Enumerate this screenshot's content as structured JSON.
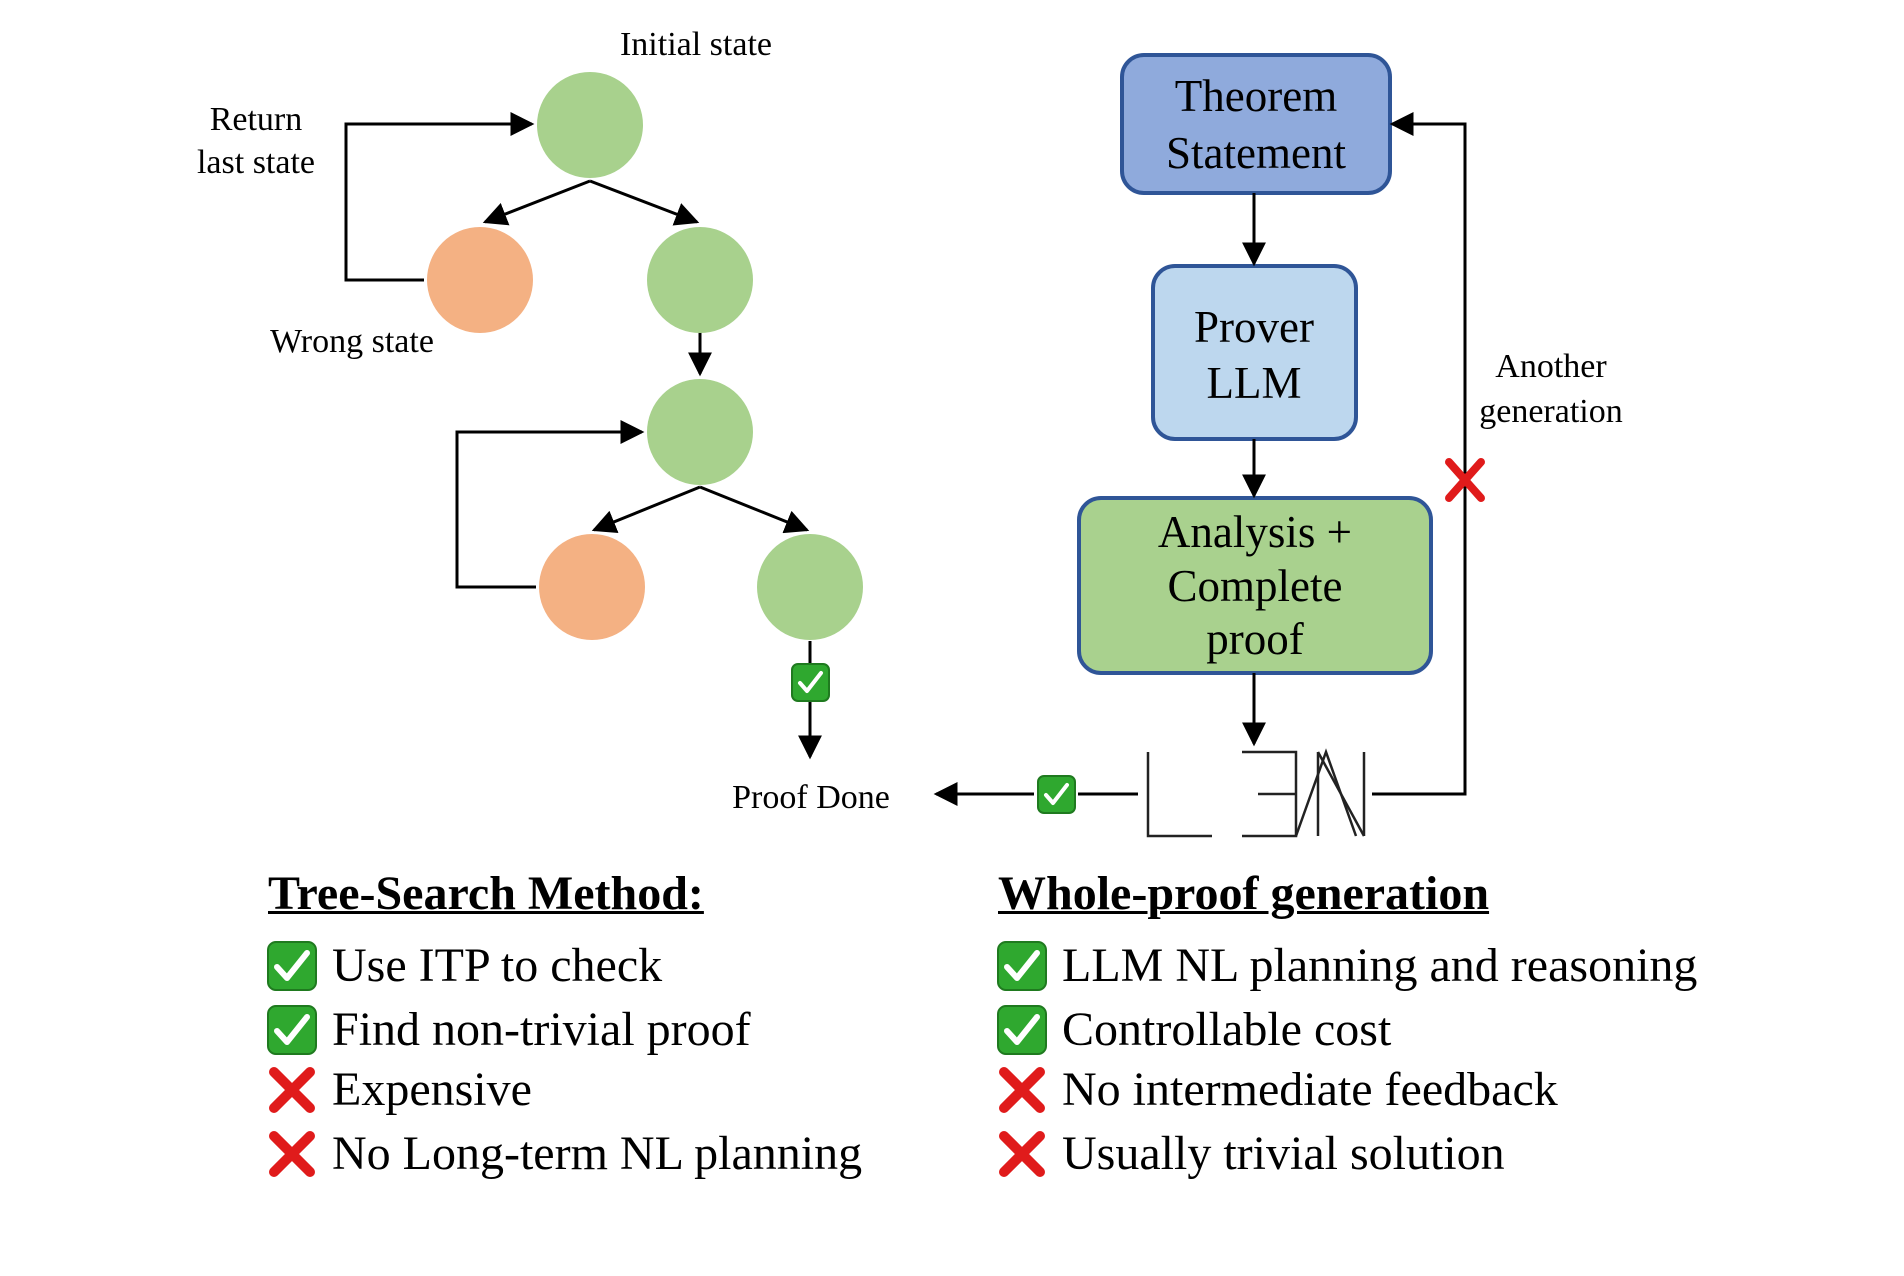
{
  "tree_search": {
    "initial_state": "Initial state",
    "return_last_state": [
      "Return",
      "last state"
    ],
    "wrong_state": "Wrong state",
    "proof_done": "Proof Done"
  },
  "whole_proof": {
    "theorem": [
      "Theorem",
      "Statement"
    ],
    "prover": [
      "Prover",
      "LLM"
    ],
    "analysis": [
      "Analysis +",
      "Complete",
      "proof"
    ],
    "another_generation": [
      "Another",
      "generation"
    ],
    "lean_logo_text": "LEAN"
  },
  "colors": {
    "node_good": "#a8d18d",
    "node_wrong": "#f4b183",
    "theorem_fill": "#8faadc",
    "prover_fill": "#bdd7ee",
    "analysis_fill": "#a9d18e",
    "box_border": "#2f5597",
    "check_green": "#2fa82f",
    "cross_red": "#e01b1b"
  },
  "panels": {
    "left": {
      "title": "Tree-Search Method:",
      "items": [
        {
          "icon": "check-icon",
          "text": "Use ITP to check"
        },
        {
          "icon": "check-icon",
          "text": "Find non-trivial proof"
        },
        {
          "icon": "cross-icon",
          "text": "Expensive"
        },
        {
          "icon": "cross-icon",
          "text": "No Long-term NL planning"
        }
      ]
    },
    "right": {
      "title": "Whole-proof generation",
      "items": [
        {
          "icon": "check-icon",
          "text": "LLM NL planning and reasoning"
        },
        {
          "icon": "check-icon",
          "text": "Controllable cost"
        },
        {
          "icon": "cross-icon",
          "text": "No intermediate feedback"
        },
        {
          "icon": "cross-icon",
          "text": "Usually trivial solution"
        }
      ]
    }
  }
}
